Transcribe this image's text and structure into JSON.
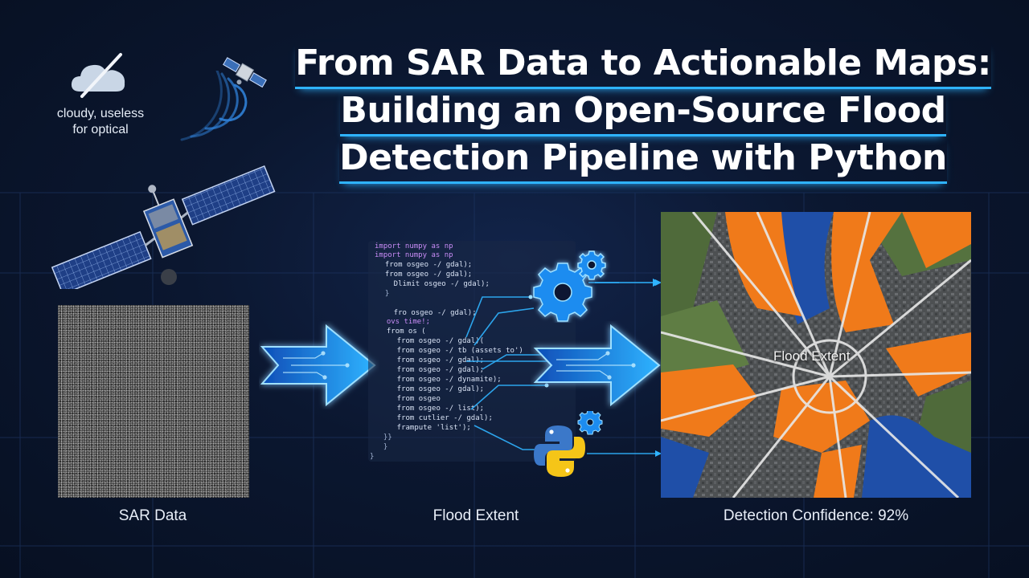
{
  "header": {
    "title_lines": [
      "From SAR Data to Actionable Maps:",
      "Building an Open-Source Flood",
      "Detection Pipeline with Python"
    ]
  },
  "cloud_note": {
    "lines": [
      "cloudy, useless",
      "for optical"
    ]
  },
  "captions": {
    "sar": "SAR Data",
    "middle": "Flood Extent",
    "right": "Detection Confidence: 92%"
  },
  "map": {
    "label": "Flood Extent"
  },
  "code": {
    "lines": [
      "import numpy as np",
      "import numpy as np",
      "  from osgeo -/ gdal);",
      "  from osgeo -/ gdal);",
      "    Dlimit osgeo -/ gdal);",
      "  }",
      "",
      "    fro osgeo -/ gdal);",
      "  ovs time!;",
      "  from os (",
      "    from osgeo -/ gdal)(",
      "    from osgeo -/ tb (assets to')",
      "    from osgeo -/ gdal);",
      "    from osgeo -/ gdal);",
      "    from osgeo -/ dynamite);",
      "    from osgeo -/ gdal);",
      "    from osgeo",
      "    from osgeo -/ list);",
      "    from cutlier -/ gdal);",
      "    frampute 'list');",
      "  }}",
      "  }",
      "}"
    ]
  },
  "colors": {
    "accent": "#2fb3ff",
    "flood_orange": "#f07a1a",
    "water_blue": "#1f4fa8",
    "python_blue": "#3b78c9",
    "python_yellow": "#f5c518"
  },
  "icons": {
    "cloud": "cloud-crossed-icon",
    "small_satellite": "satellite-icon",
    "signal": "signal-waves-icon",
    "big_satellite": "satellite-icon",
    "gear": "gear-icon",
    "python": "python-logo-icon",
    "arrow": "circuit-arrow-icon"
  }
}
